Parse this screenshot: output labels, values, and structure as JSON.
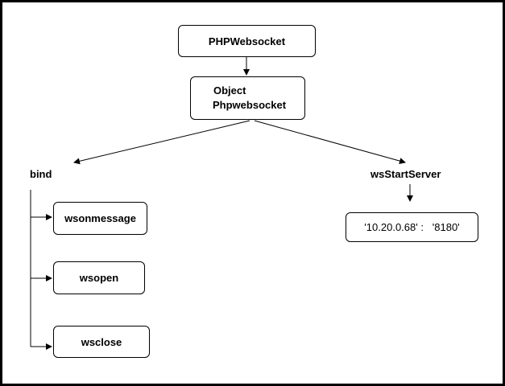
{
  "nodes": {
    "root": "PHPWebsocket",
    "object_line1": "Object",
    "object_line2": "Phpwebsocket",
    "bind": "bind",
    "ws_start_server": "wsStartServer",
    "wsonmessage": "wsonmessage",
    "wsopen": "wsopen",
    "wsclose": "wsclose",
    "address": "'10.20.0.68' :   '8180'"
  },
  "edges": [
    {
      "from": "root",
      "to": "object"
    },
    {
      "from": "object",
      "to": "bind"
    },
    {
      "from": "object",
      "to": "ws_start_server"
    },
    {
      "from": "ws_start_server",
      "to": "address"
    },
    {
      "from": "bind",
      "to": "wsonmessage"
    },
    {
      "from": "bind",
      "to": "wsopen"
    },
    {
      "from": "bind",
      "to": "wsclose"
    }
  ]
}
